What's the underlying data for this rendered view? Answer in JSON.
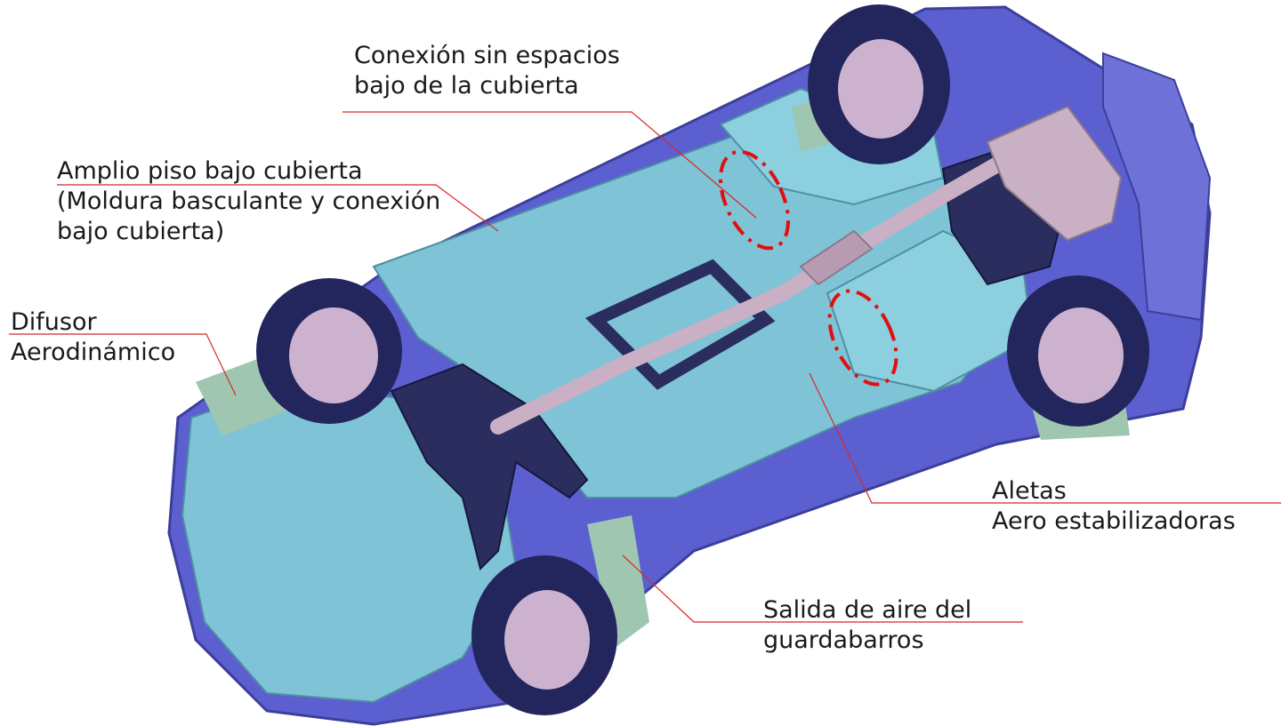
{
  "callouts": {
    "conexion": {
      "line1": "Conexión sin espacios",
      "line2": "bajo de la cubierta"
    },
    "amplio": {
      "line1": "Amplio piso bajo cubierta",
      "line2": "(Moldura basculante y conexión",
      "line3": "bajo cubierta)"
    },
    "difusor": {
      "line1": "Difusor",
      "line2": "Aerodinámico"
    },
    "aletas": {
      "line1": "Aletas",
      "line2": "Aero estabilizadoras"
    },
    "salida": {
      "line1": "Salida de aire del",
      "line2": "guardabarros"
    }
  },
  "colors": {
    "body_purple": "#5b5fd0",
    "panel_blue": "#7fc3d6",
    "panel_edge": "#4f8fa3",
    "tire": "#23265c",
    "wheel": "#cdb2cf",
    "subframe": "#2a2d5e",
    "exhaust": "#c9b0c4",
    "liner_green": "#9fc6b0",
    "leader_line": "#d82828",
    "highlight_red": "#e01010"
  }
}
